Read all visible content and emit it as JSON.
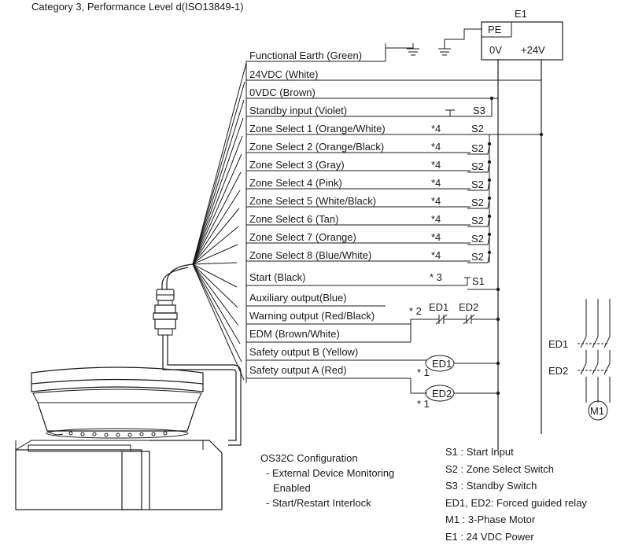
{
  "header": {
    "caption": "Category 3, Performance Level d(ISO13849-1)"
  },
  "power": {
    "name": "E1",
    "pe": "PE",
    "zero_v": "0V",
    "plus_v": "+24V"
  },
  "wires": [
    "Functional Earth (Green)",
    "24VDC (White)",
    "0VDC (Brown)",
    "Standby input (Violet)",
    "Zone Select 1 (Orange/White)",
    "Zone Select 2 (Orange/Black)",
    "Zone Select 3 (Gray)",
    "Zone Select 4 (Pink)",
    "Zone Select 5 (White/Black)",
    "Zone Select 6 (Tan)",
    "Zone Select 7 (Orange)",
    "Zone Select 8 (Blue/White)",
    "Start (Black)",
    "Auxiliary output(Blue)",
    "Warning output (Red/Black)",
    "EDM (Brown/White)",
    "Safety output B (Yellow)",
    "Safety output A (Red)"
  ],
  "notes": {
    "n4": "*4",
    "n3": "* 3",
    "n2": "* 2",
    "n1": "* 1"
  },
  "switches": {
    "s3": "S3",
    "s2": "S2",
    "s1": "S1"
  },
  "relays": {
    "ed1": "ED1",
    "ed2": "ED2",
    "m1": "M1"
  },
  "config": {
    "title": "OS32C Configuration",
    "line1": "- External Device Monitoring",
    "line2": "Enabled",
    "line3": "- Start/Restart Interlock"
  },
  "legend": [
    "S1 :  Start Input",
    "S2 :  Zone Select Switch",
    "S3 :  Standby Switch",
    "ED1, ED2:  Forced guided relay",
    "M1 :  3-Phase Motor",
    "E1 :  24 VDC Power"
  ]
}
